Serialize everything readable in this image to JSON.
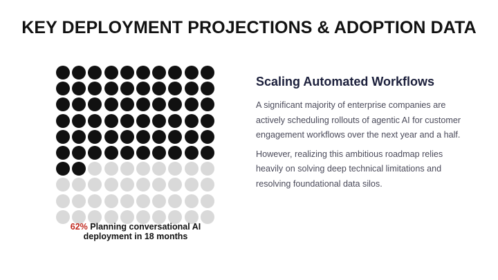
{
  "slide": {
    "title": "KEY DEPLOYMENT PROJECTIONS & ADOPTION DATA"
  },
  "waffle": {
    "total": 100,
    "filled": 62,
    "columns": 10,
    "filled_color": "#111111",
    "empty_color": "#d9d9d9",
    "caption_pct": "62%",
    "caption_text": " Planning conversational AI deployment in 18 months",
    "pct_color": "#c0271d"
  },
  "content": {
    "heading": "Scaling Automated Workflows",
    "paragraph1": "A significant majority of enterprise companies are actively scheduling rollouts of agentic AI for customer engagement workflows over the next year and a half.",
    "paragraph2": "However, realizing this ambitious roadmap relies heavily on solving deep technical limitations and resolving foundational data silos."
  }
}
